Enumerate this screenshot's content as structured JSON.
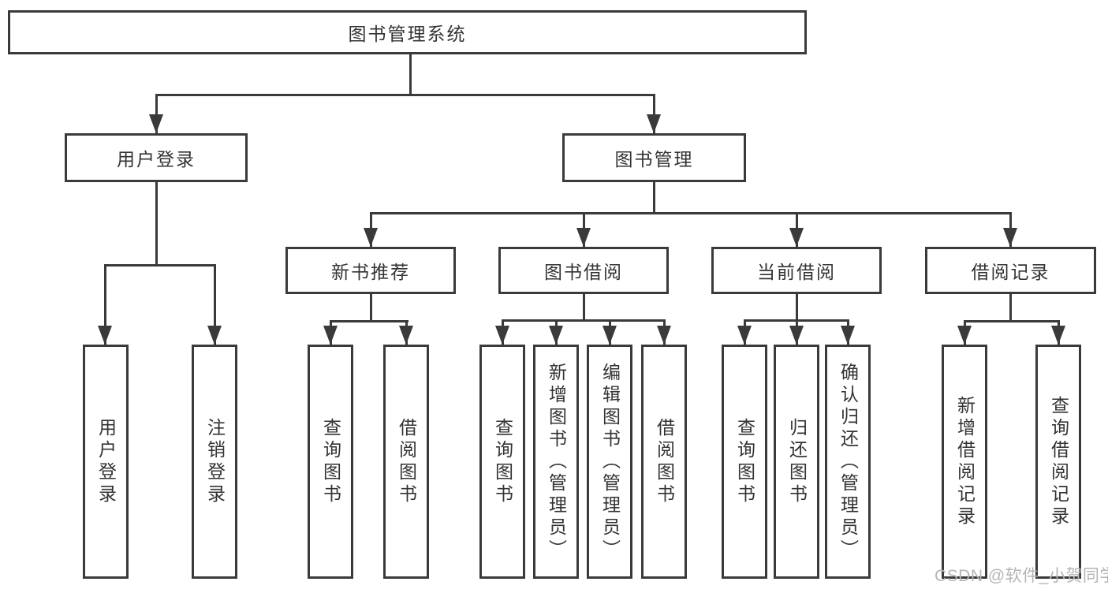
{
  "diagram": {
    "root": {
      "label": "图书管理系统"
    },
    "branches": [
      {
        "label": "用户登录",
        "children": [
          {
            "label": "用户登录"
          },
          {
            "label": "注销登录"
          }
        ]
      },
      {
        "label": "图书管理",
        "children": [
          {
            "label": "新书推荐",
            "children": [
              {
                "label": "查询图书"
              },
              {
                "label": "借阅图书"
              }
            ]
          },
          {
            "label": "图书借阅",
            "children": [
              {
                "label": "查询图书"
              },
              {
                "label": "新增图书（管理员）"
              },
              {
                "label": "编辑图书（管理员）"
              },
              {
                "label": "借阅图书"
              }
            ]
          },
          {
            "label": "当前借阅",
            "children": [
              {
                "label": "查询图书"
              },
              {
                "label": "归还图书"
              },
              {
                "label": "确认归还（管理员）"
              }
            ]
          },
          {
            "label": "借阅记录",
            "children": [
              {
                "label": "新增借阅记录"
              },
              {
                "label": "查询借阅记录"
              }
            ]
          }
        ]
      }
    ]
  },
  "watermark": {
    "text": "CSDN @软件_小贺同学"
  },
  "colors": {
    "line": "#3a3a3a",
    "text": "#333333",
    "box_background": "#ffffff",
    "background": "#ffffff",
    "watermark": "#b5b5b5"
  }
}
